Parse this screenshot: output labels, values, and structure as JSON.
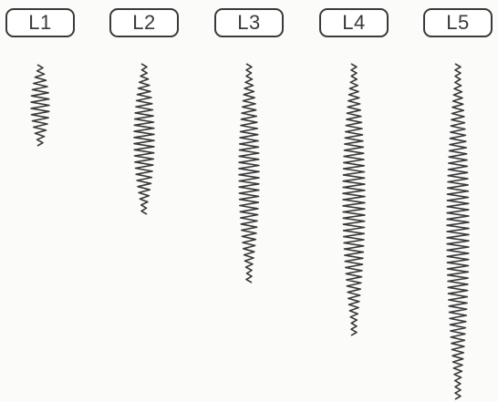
{
  "stitch_sample_chart": {
    "levels": [
      {
        "label": "L1",
        "relative_length": 1
      },
      {
        "label": "L2",
        "relative_length": 2
      },
      {
        "label": "L3",
        "relative_length": 3
      },
      {
        "label": "L4",
        "relative_length": 4
      },
      {
        "label": "L5",
        "relative_length": 5
      }
    ]
  },
  "colors": {
    "stitch": "#3a3a3a",
    "label_border": "#3a3a3a",
    "background": "#fbfbfa"
  }
}
